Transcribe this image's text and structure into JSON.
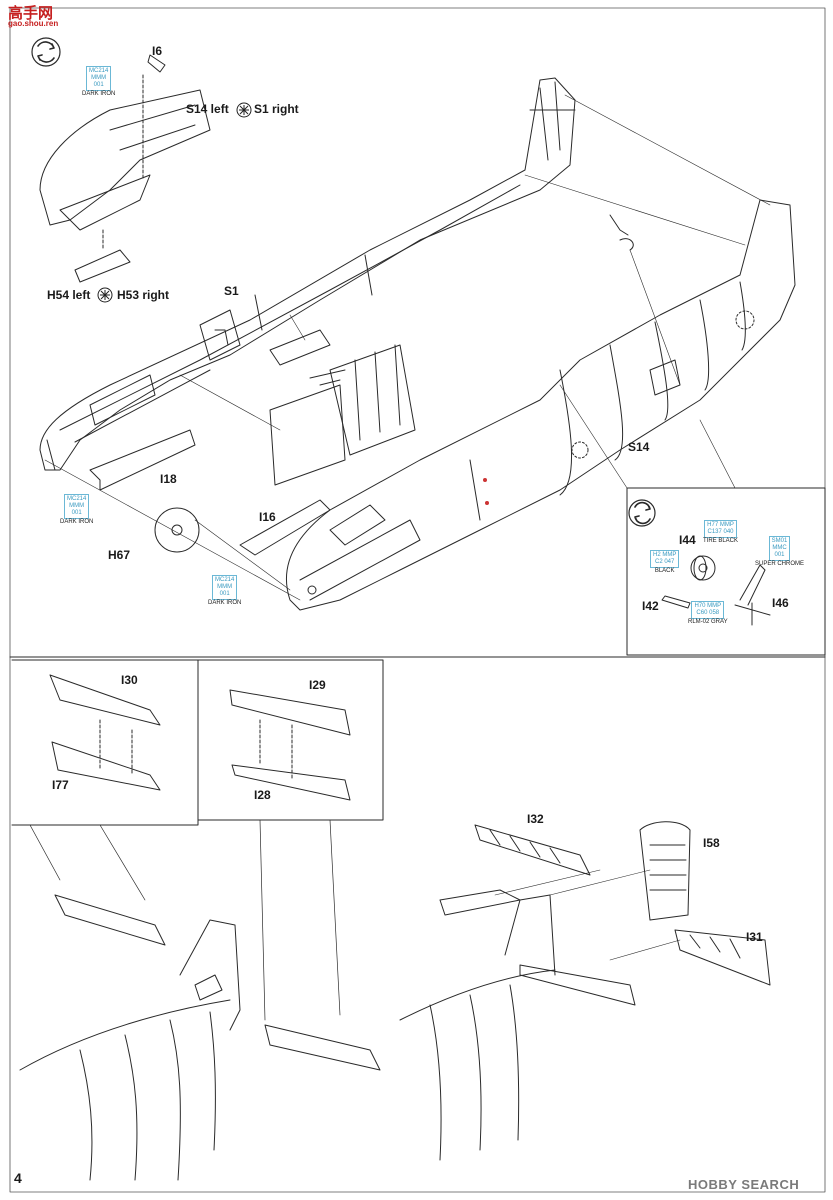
{
  "page_number": "4",
  "watermarks": {
    "top_left_cn": "高手网",
    "top_left_url": "gao.shou.ren",
    "bottom_right": "HOBBY SEARCH"
  },
  "labels": {
    "i6": "I6",
    "s14_left": "S14 left",
    "s1_right": "S1 right",
    "h54_left": "H54 left",
    "h53_right": "H53 right",
    "s1": "S1",
    "i18": "I18",
    "h67": "H67",
    "i16": "I16",
    "s14": "S14",
    "i44": "I44",
    "i42": "I42",
    "i46": "I46",
    "i30": "I30",
    "i77": "I77",
    "i29": "I29",
    "i28": "I28",
    "i32": "I32",
    "i58": "I58",
    "i31": "I31"
  },
  "paint_callouts": {
    "dark_iron_1": {
      "codes": [
        "MC214",
        "MMM",
        "001"
      ],
      "name": "DARK IRON"
    },
    "dark_iron_2": {
      "codes": [
        "MC214",
        "MMM",
        "001"
      ],
      "name": "DARK IRON"
    },
    "dark_iron_3": {
      "codes": [
        "MC214",
        "MMM",
        "001"
      ],
      "name": "DARK IRON"
    },
    "tire_black": {
      "codes": [
        "H77",
        "MMP",
        "C137",
        "040"
      ],
      "name": "TIRE BLACK"
    },
    "black": {
      "codes": [
        "H2",
        "MMP",
        "C2",
        "047"
      ],
      "name": "BLACK"
    },
    "super_chrome": {
      "codes": [
        "SM01",
        "MMC",
        "001"
      ],
      "name": "SUPER CHROME"
    },
    "rlm02": {
      "codes": [
        "H70",
        "MMP",
        "C60",
        "058"
      ],
      "name": "RLM-02 GRAY"
    }
  }
}
